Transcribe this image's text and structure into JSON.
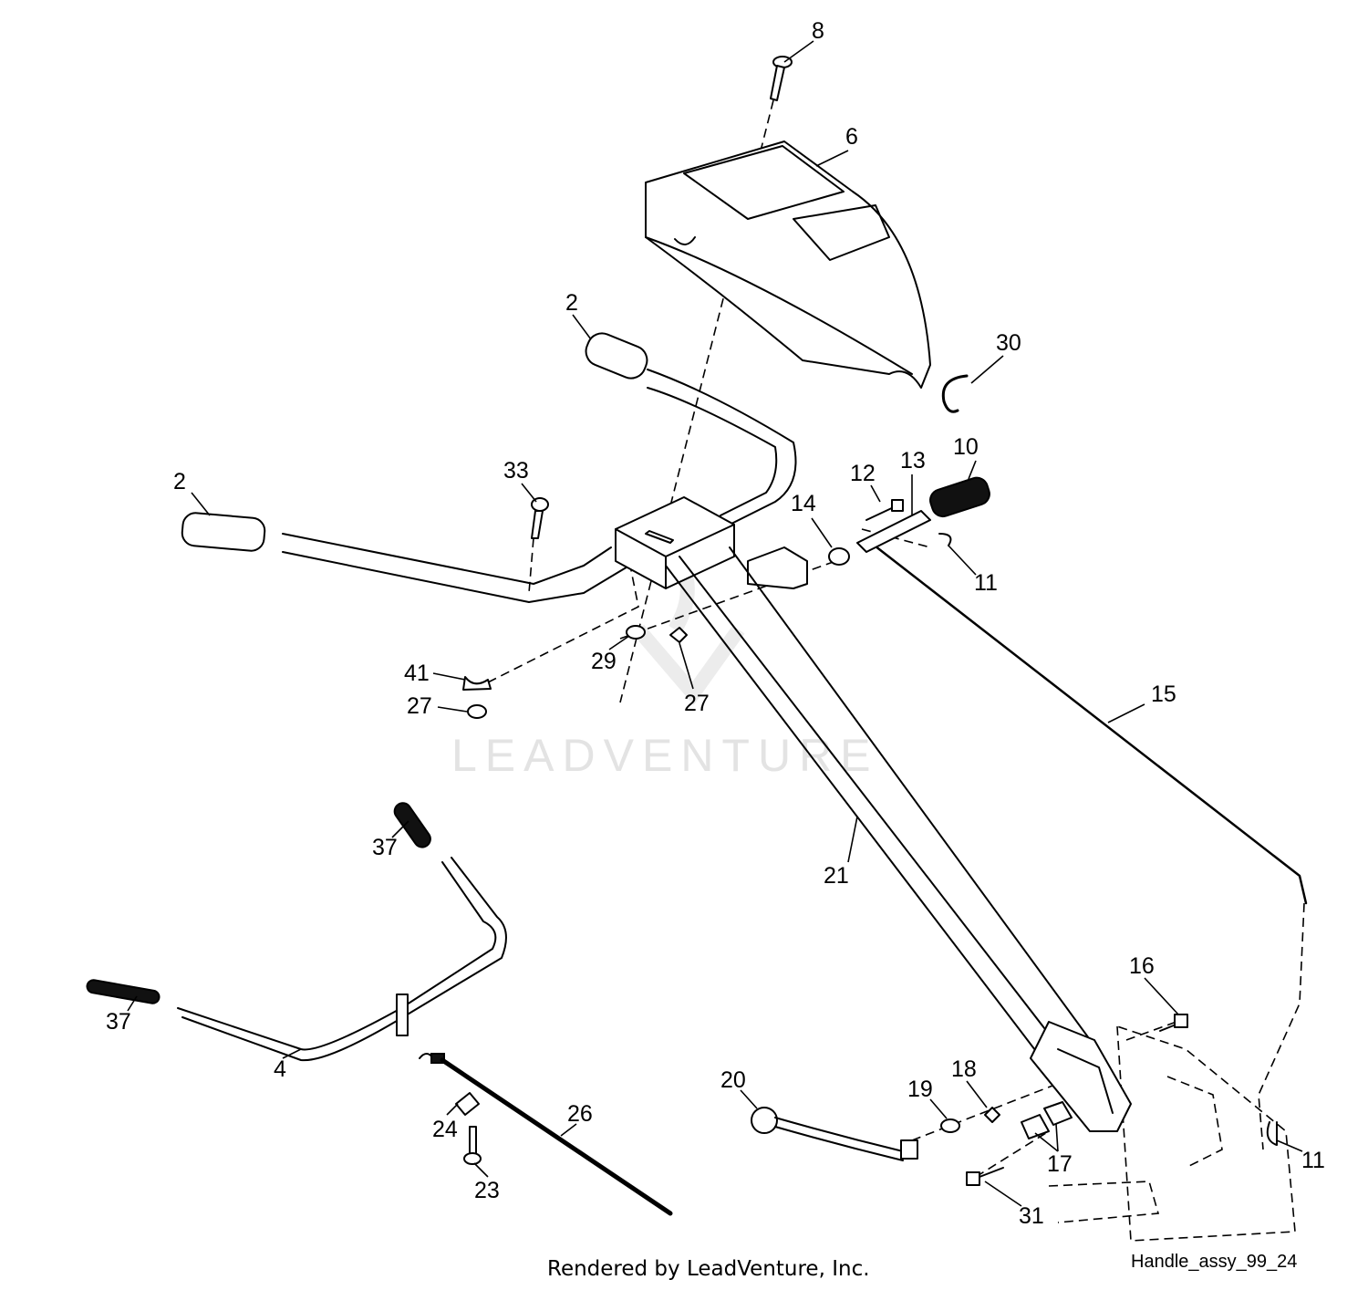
{
  "watermark": {
    "text": "LEADVENTURE"
  },
  "footer": {
    "credit": "Rendered by LeadVenture, Inc.",
    "drawing_id": "Handle_assy_99_24"
  },
  "callouts": {
    "part_8": "8",
    "part_6": "6",
    "part_2_upper": "2",
    "part_30": "30",
    "part_2_left": "2",
    "part_33": "33",
    "part_12": "12",
    "part_13": "13",
    "part_10": "10",
    "part_14": "14",
    "part_11_upper": "11",
    "part_41": "41",
    "part_29": "29",
    "part_27_left": "27",
    "part_27_center": "27",
    "part_15": "15",
    "part_37_upper": "37",
    "part_21": "21",
    "part_37_left": "37",
    "part_4": "4",
    "part_16": "16",
    "part_20": "20",
    "part_19": "19",
    "part_18": "18",
    "part_26": "26",
    "part_24": "24",
    "part_17": "17",
    "part_11_lower": "11",
    "part_23": "23",
    "part_31": "31"
  }
}
